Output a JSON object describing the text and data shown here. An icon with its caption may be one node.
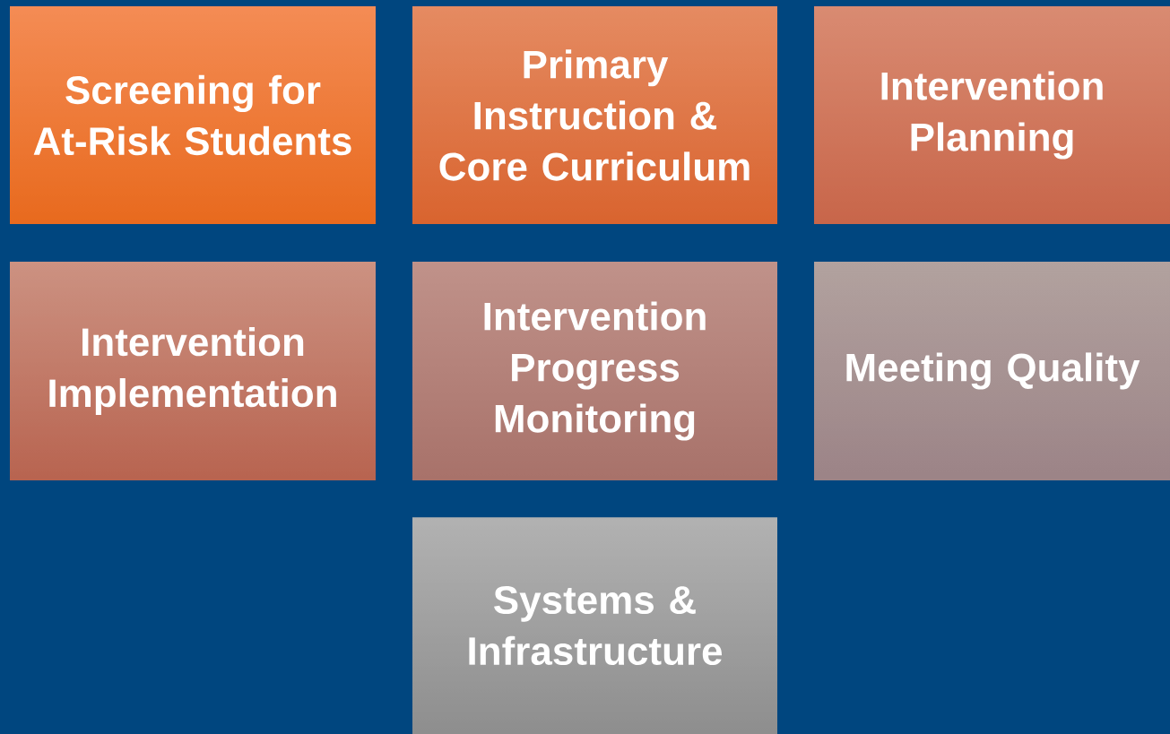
{
  "diagram": {
    "nodes": [
      {
        "text": [
          "Screening for At-Risk Students"
        ]
      },
      {
        "text": [
          "Primary Instruction & Core Curriculum"
        ]
      },
      {
        "text": [
          "Intervention Planning"
        ]
      },
      {
        "text": [
          "Intervention Implementation"
        ]
      },
      {
        "text": [
          "Intervention Progress Monitoring"
        ]
      },
      {
        "text": [
          "Meeting Quality"
        ]
      },
      {
        "text": [
          "Systems & Infrastructure"
        ]
      }
    ]
  }
}
